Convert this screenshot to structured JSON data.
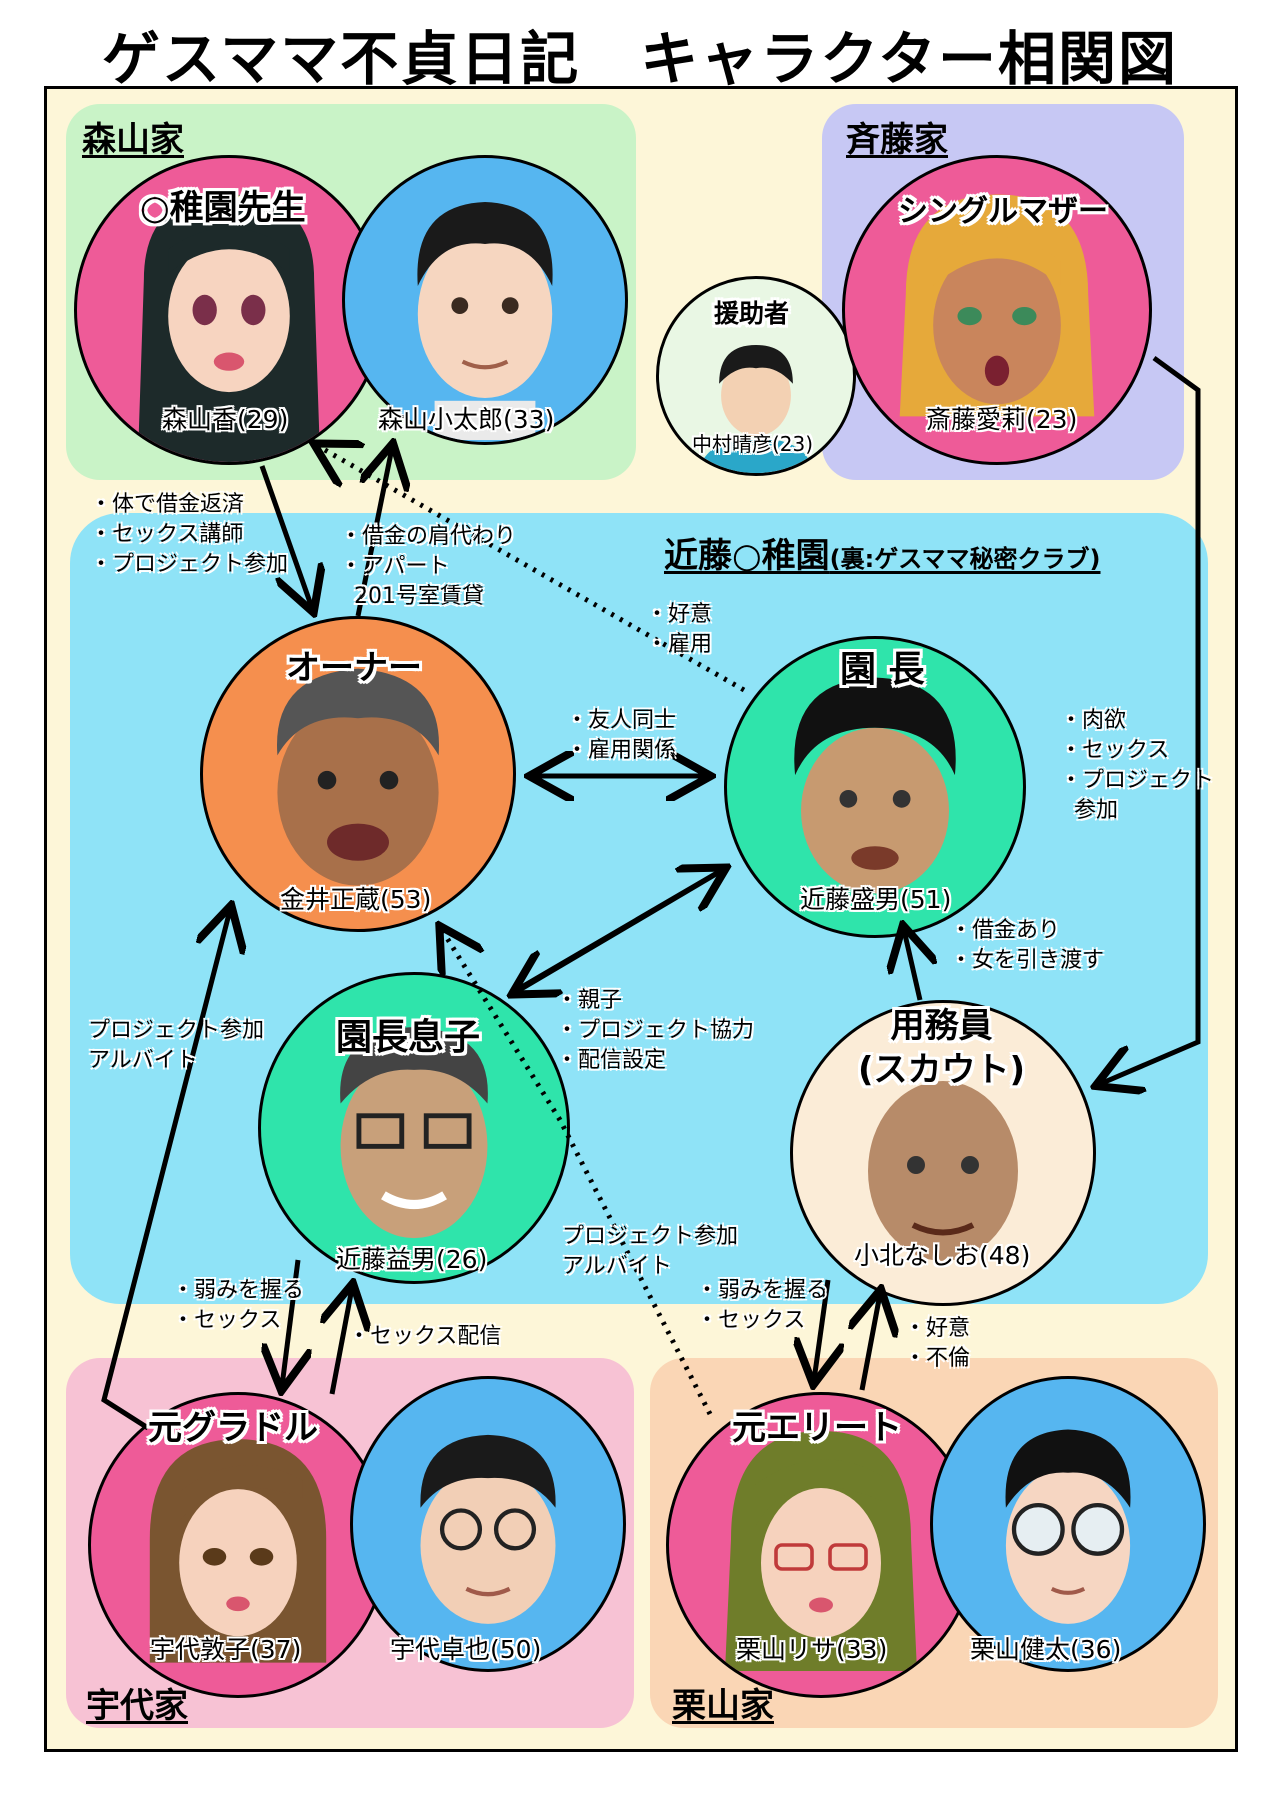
{
  "title": "ゲスママ不貞日記　キャラクター相関図",
  "groups": {
    "moriyama": "森山家",
    "saito": "斉藤家",
    "kondo_main": "近藤○稚園",
    "kondo_sub": "(裏:ゲスママ秘密クラブ)",
    "udai": "宇代家",
    "kuriyama": "栗山家"
  },
  "characters": {
    "kaori": {
      "role": "○稚園先生",
      "name": "森山香(29)"
    },
    "kotaro": {
      "name": "森山小太郎(33)"
    },
    "nakamura": {
      "role": "援助者",
      "name": "中村晴彦(23)"
    },
    "airi": {
      "role": "シングルマザー",
      "name": "斎藤愛莉(23)"
    },
    "kanai": {
      "role": "オーナー",
      "name": "金井正蔵(53)"
    },
    "kondo": {
      "role": "園 長",
      "name": "近藤盛男(51)"
    },
    "masuo": {
      "role": "園長息子",
      "name": "近藤益男(26)"
    },
    "kokita": {
      "role": "用務員\n(スカウト)",
      "name": "小北なしお(48)"
    },
    "atsuko": {
      "role": "元グラドル",
      "name": "宇代敦子(37)"
    },
    "takuya": {
      "name": "宇代卓也(50)"
    },
    "risa": {
      "role": "元エリート",
      "name": "栗山リサ(33)"
    },
    "kenta": {
      "name": "栗山健太(36)"
    }
  },
  "notes": {
    "kaori_to_owner": [
      "・体で借金返済",
      "・セックス講師",
      "・プロジェクト参加"
    ],
    "owner_to_moriyama": [
      "・借金の肩代わり",
      "・アパート",
      "201号室賃貸"
    ],
    "kondo_to_kaori": [
      "・好意",
      "・雇用"
    ],
    "owner_kondo": [
      "・友人同士",
      "・雇用関係"
    ],
    "airi_to_kondo": [
      "・肉欲",
      "・セックス",
      "・プロジェクト",
      "参加"
    ],
    "kokita_kondo": [
      "・借金あり",
      "・女を引き渡す"
    ],
    "masuo_kondo": [
      "・親子",
      "・プロジェクト協力",
      "・配信設定"
    ],
    "atsuko_to_owner": [
      "プロジェクト参加",
      "アルバイト"
    ],
    "risa_to_owner": [
      "プロジェクト参加",
      "アルバイト"
    ],
    "masuo_atsuko": [
      "・弱みを握る",
      "・セックス"
    ],
    "atsuko_masuo": [
      "・セックス配信"
    ],
    "kokita_risa": [
      "・弱みを握る",
      "・セックス"
    ],
    "risa_kokita": [
      "・好意",
      "・不倫"
    ]
  },
  "colors": {
    "frame_bg": "#fdf6d8",
    "moriyama_bg": "#c9f3c7",
    "saito_bg": "#c7c8f4",
    "kondo_bg": "#8fe3f7",
    "udai_bg": "#f7c2d4",
    "kuriyama_bg": "#fad6b5",
    "pink": "#ee5b98",
    "blue": "#56b6f0",
    "orange": "#f58f4e",
    "mint": "#2fe4ab",
    "cream": "#fbecd7"
  }
}
